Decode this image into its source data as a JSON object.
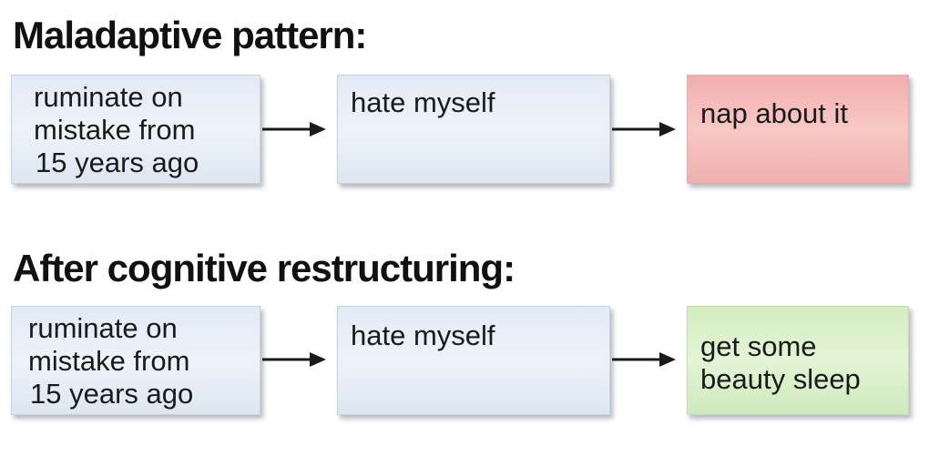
{
  "sections": [
    {
      "heading": "Maladaptive pattern:",
      "steps": [
        {
          "lines": [
            "ruminate on",
            "mistake from",
            "15 years ago"
          ],
          "color": "#e6edf7"
        },
        {
          "lines": [
            "hate myself"
          ],
          "color": "#e6edf7"
        },
        {
          "lines": [
            "nap about it"
          ],
          "color": "#f4bcbb"
        }
      ]
    },
    {
      "heading": "After cognitive restructuring:",
      "steps": [
        {
          "lines": [
            "ruminate on",
            "mistake from",
            "15 years ago"
          ],
          "color": "#e6edf7"
        },
        {
          "lines": [
            "hate myself"
          ],
          "color": "#e6edf7"
        },
        {
          "lines": [
            "get some",
            "beauty sleep"
          ],
          "color": "#d9f0c8"
        }
      ]
    }
  ],
  "colors": {
    "box_blue": "#e6edf7",
    "box_red": "#f4bcbb",
    "box_green": "#d9f0c8",
    "arrow": "#1a1a1a",
    "heading": "#111111"
  },
  "icons": {
    "arrow": "arrow-right-icon"
  }
}
